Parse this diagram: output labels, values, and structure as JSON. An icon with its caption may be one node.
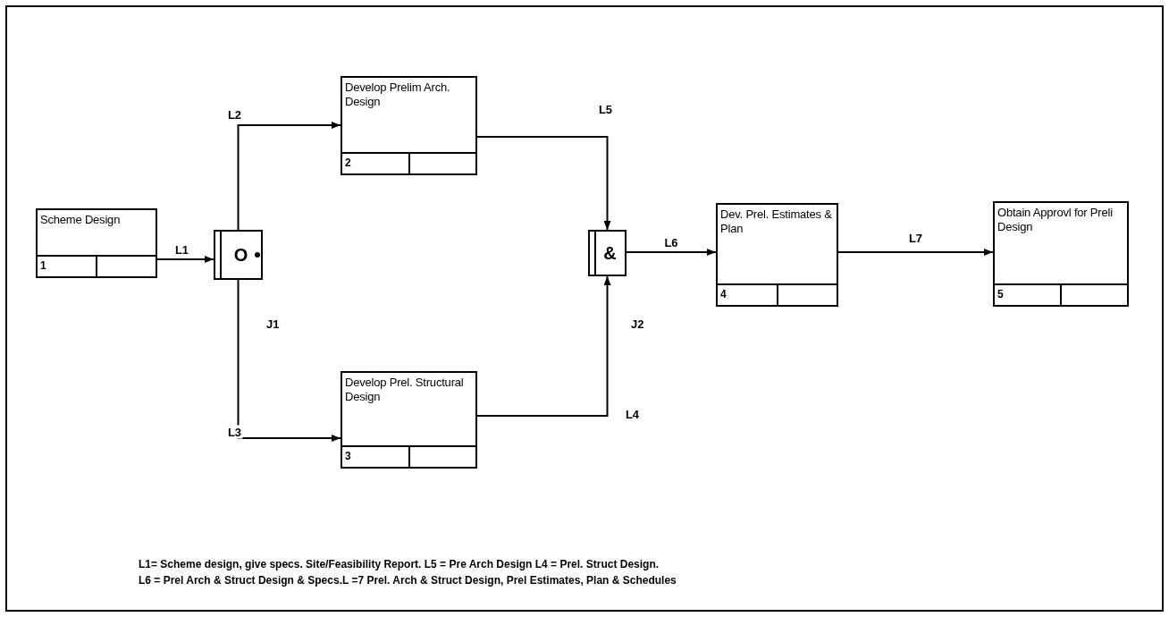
{
  "diagram": {
    "nodes": [
      {
        "text": [
          "Scheme Design",
          "1"
        ]
      },
      {
        "text": [
          "O"
        ],
        "beside": [
          "J1"
        ]
      },
      {
        "text": [
          "Develop Prelim Arch. Design",
          "2"
        ]
      },
      {
        "text": [
          "Develop Prel. Structural Design",
          "3"
        ]
      },
      {
        "text": [
          "&"
        ],
        "beside": [
          "J2"
        ]
      },
      {
        "text": [
          "Dev. Prel. Estimates & Plan",
          "4"
        ]
      },
      {
        "text": [
          "Obtain Approvl for Preli Design",
          "5"
        ]
      }
    ],
    "edges": [
      {
        "from": 0,
        "to": 1,
        "arrow": "to",
        "label": "L1"
      },
      {
        "from": 1,
        "to": 2,
        "arrow": "to",
        "label": "L2"
      },
      {
        "from": 1,
        "to": 3,
        "arrow": "to",
        "label": "L3"
      },
      {
        "from": 2,
        "to": 4,
        "arrow": "to",
        "label": "L5"
      },
      {
        "from": 3,
        "to": 4,
        "arrow": "to",
        "label": "L4"
      },
      {
        "from": 4,
        "to": 5,
        "arrow": "to",
        "label": "L6"
      },
      {
        "from": 5,
        "to": 6,
        "arrow": "to",
        "label": "L7"
      }
    ],
    "labels": [
      "L1= Scheme design, give specs. Site/Feasibility Report. L5 = Pre Arch Design L4 = Prel. Struct Design.",
      "L6 = Prel Arch & Struct Design & Specs.L =7 Prel. Arch & Struct Design, Prel Estimates, Plan & Schedules"
    ]
  }
}
